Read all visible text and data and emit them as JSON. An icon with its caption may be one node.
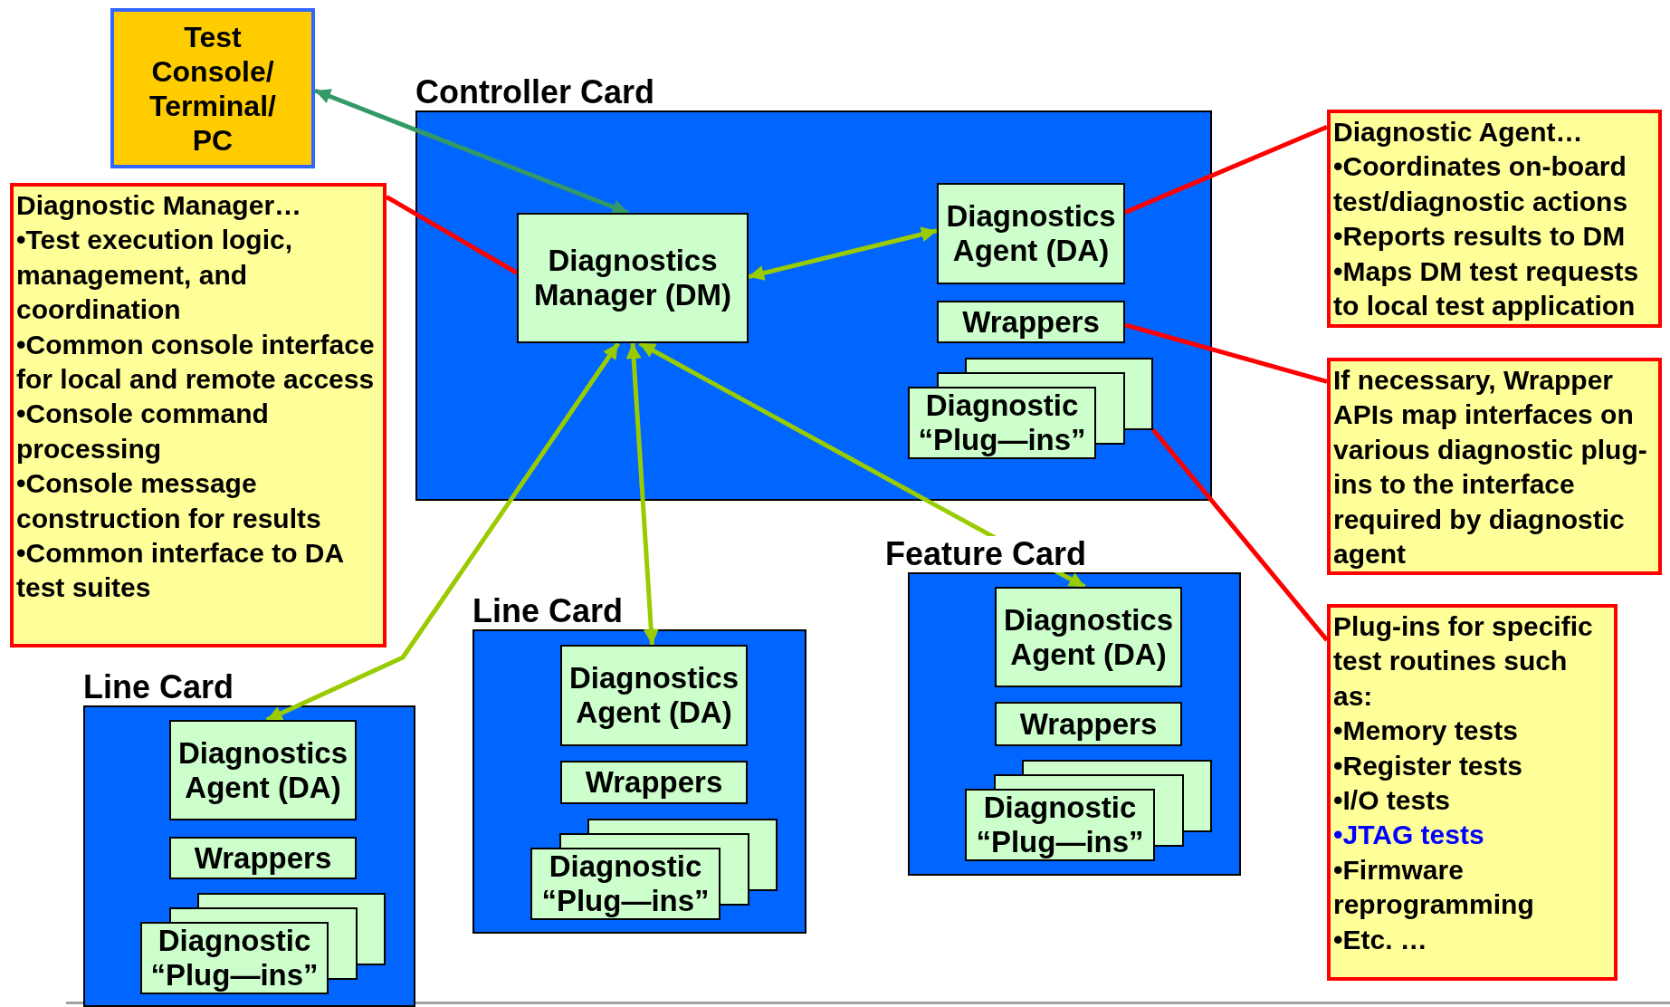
{
  "diagram": {
    "nodes": [
      {
        "text": [
          "Test Console/ Terminal/ PC"
        ]
      },
      {
        "text": [
          "Diagnostic Manager…",
          "•Test execution logic, management, and coordination",
          "•Common console interface for local and remote access",
          "•Console command processing",
          "•Console message construction for results",
          "•Common interface to DA test suites"
        ]
      },
      {
        "text": [
          "Controller Card"
        ]
      },
      {
        "text": [
          "Diagnostics Manager (DM)"
        ],
        "in": 2
      },
      {
        "text": [
          "Diagnostics Agent (DA)"
        ],
        "in": 2
      },
      {
        "text": [
          "Wrappers"
        ],
        "in": 2
      },
      {
        "text": [
          "Diagnostic “Plug—ins”"
        ],
        "in": 2
      },
      {
        "text": [
          "Diagnostic Agent…",
          "•Coordinates on-board test/diagnostic actions",
          "•Reports results to DM",
          "•Maps DM test requests to local test application"
        ]
      },
      {
        "text": [
          "If necessary, Wrapper APIs map interfaces on various diagnostic plug-ins to the interface required by diagnostic agent"
        ]
      },
      {
        "text": [
          "Feature Card"
        ]
      },
      {
        "text": [
          "Diagnostics Agent (DA)"
        ],
        "in": 9
      },
      {
        "text": [
          "Wrappers"
        ],
        "in": 9
      },
      {
        "text": [
          "Diagnostic “Plug—ins”"
        ],
        "in": 9
      },
      {
        "text": [
          "Line Card"
        ]
      },
      {
        "text": [
          "Diagnostics Agent (DA)"
        ],
        "in": 13
      },
      {
        "text": [
          "Wrappers"
        ],
        "in": 13
      },
      {
        "text": [
          "Diagnostic “Plug—ins”"
        ],
        "in": 13
      },
      {
        "text": [
          "Plug-ins for specific test routines such as:",
          "•Memory tests",
          "•Register tests",
          "•I/O tests",
          "•JTAG tests",
          "•Firmware reprogramming",
          "•Etc. …"
        ]
      },
      {
        "text": [
          "Line Card"
        ]
      },
      {
        "text": [
          "Diagnostics Agent (DA)"
        ],
        "in": 18
      },
      {
        "text": [
          "Wrappers"
        ],
        "in": 18
      },
      {
        "text": [
          "Diagnostic “Plug—ins”"
        ],
        "in": 18
      }
    ],
    "edges": [
      {
        "from": 0,
        "to": 3,
        "arrow": "both",
        "color": "#339966"
      },
      {
        "from": 3,
        "to": 4,
        "arrow": "both",
        "color": "#99cc00"
      },
      {
        "from": 3,
        "to": 19,
        "arrow": "both",
        "color": "#99cc00"
      },
      {
        "from": 3,
        "to": 14,
        "arrow": "both",
        "color": "#99cc00"
      },
      {
        "from": 3,
        "to": 10,
        "arrow": "both",
        "color": "#99cc00"
      },
      {
        "from": 1,
        "to": 3,
        "arrow": "none",
        "color": "#ff0000"
      },
      {
        "from": 7,
        "to": 4,
        "arrow": "none",
        "color": "#ff0000"
      },
      {
        "from": 8,
        "to": 5,
        "arrow": "none",
        "color": "#ff0000"
      },
      {
        "from": 17,
        "to": 6,
        "arrow": "none",
        "color": "#ff0000"
      }
    ]
  }
}
